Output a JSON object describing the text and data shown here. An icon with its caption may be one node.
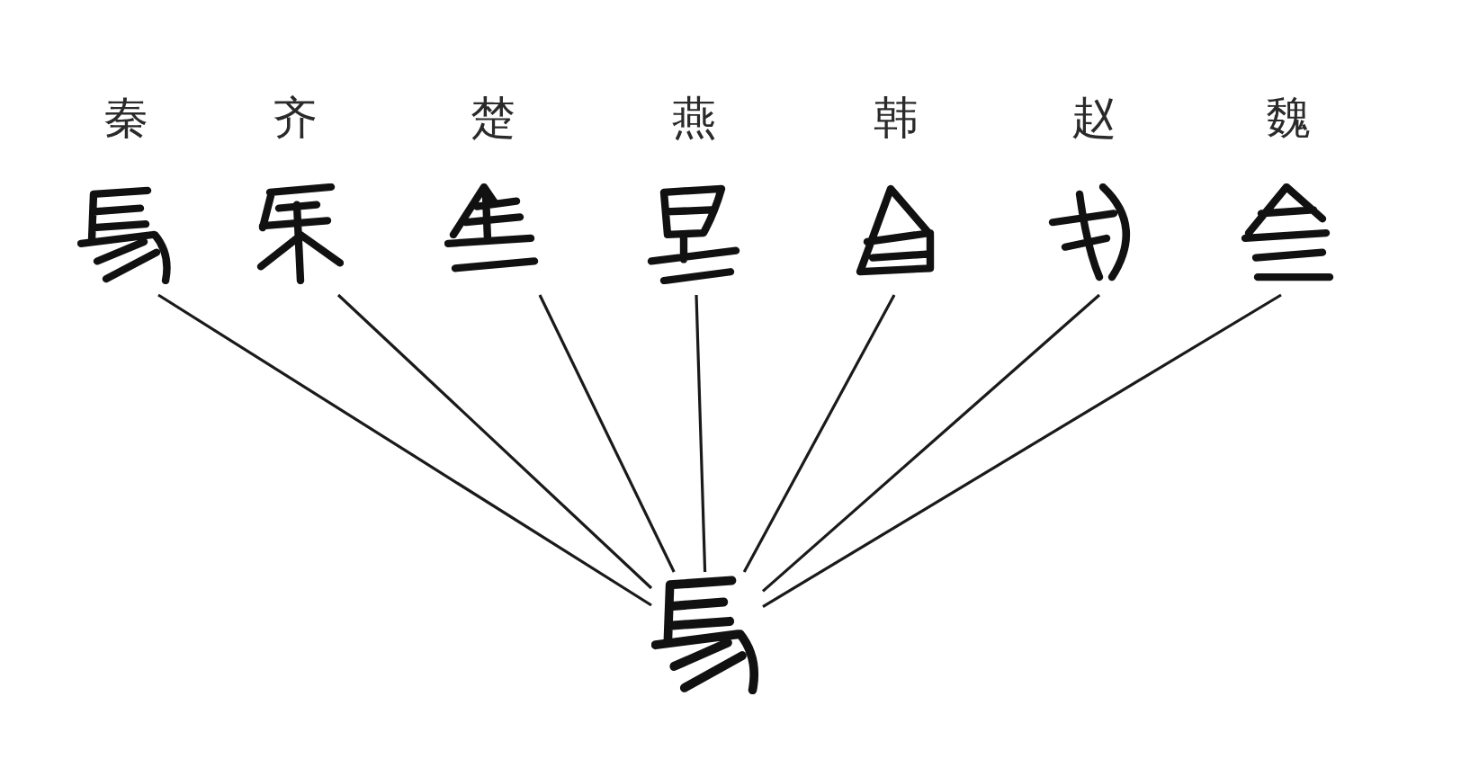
{
  "diagram": {
    "nodes": [
      {
        "text": [
          "秦"
        ]
      },
      {
        "text": [
          "齐"
        ]
      },
      {
        "text": [
          "楚"
        ]
      },
      {
        "text": [
          "燕"
        ]
      },
      {
        "text": [
          "韩"
        ]
      },
      {
        "text": [
          "赵"
        ]
      },
      {
        "text": [
          "魏"
        ]
      },
      {
        "text": [],
        "shape": "picture"
      }
    ],
    "edges": [
      {
        "from": 0,
        "to": 7,
        "arrow": "none"
      },
      {
        "from": 1,
        "to": 7,
        "arrow": "none"
      },
      {
        "from": 2,
        "to": 7,
        "arrow": "none"
      },
      {
        "from": 3,
        "to": 7,
        "arrow": "none"
      },
      {
        "from": 4,
        "to": 7,
        "arrow": "none"
      },
      {
        "from": 5,
        "to": 7,
        "arrow": "none"
      },
      {
        "from": 6,
        "to": 7,
        "arrow": "none"
      }
    ]
  }
}
